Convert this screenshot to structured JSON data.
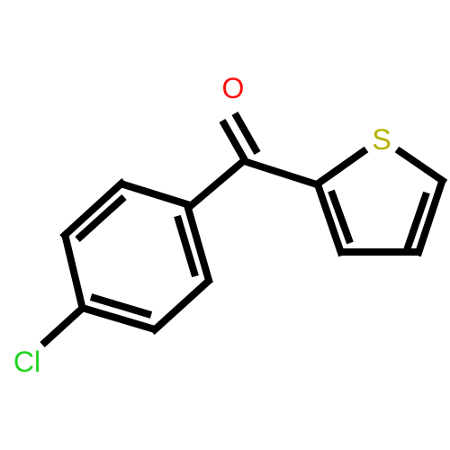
{
  "molecule": {
    "atoms": {
      "O": {
        "label": "O",
        "color": "#ff0d0d"
      },
      "S": {
        "label": "S",
        "color": "#b2b200"
      },
      "Cl": {
        "label": "Cl",
        "color": "#1fd41f"
      }
    },
    "bond_color": "#000000",
    "background": "#ffffff"
  }
}
